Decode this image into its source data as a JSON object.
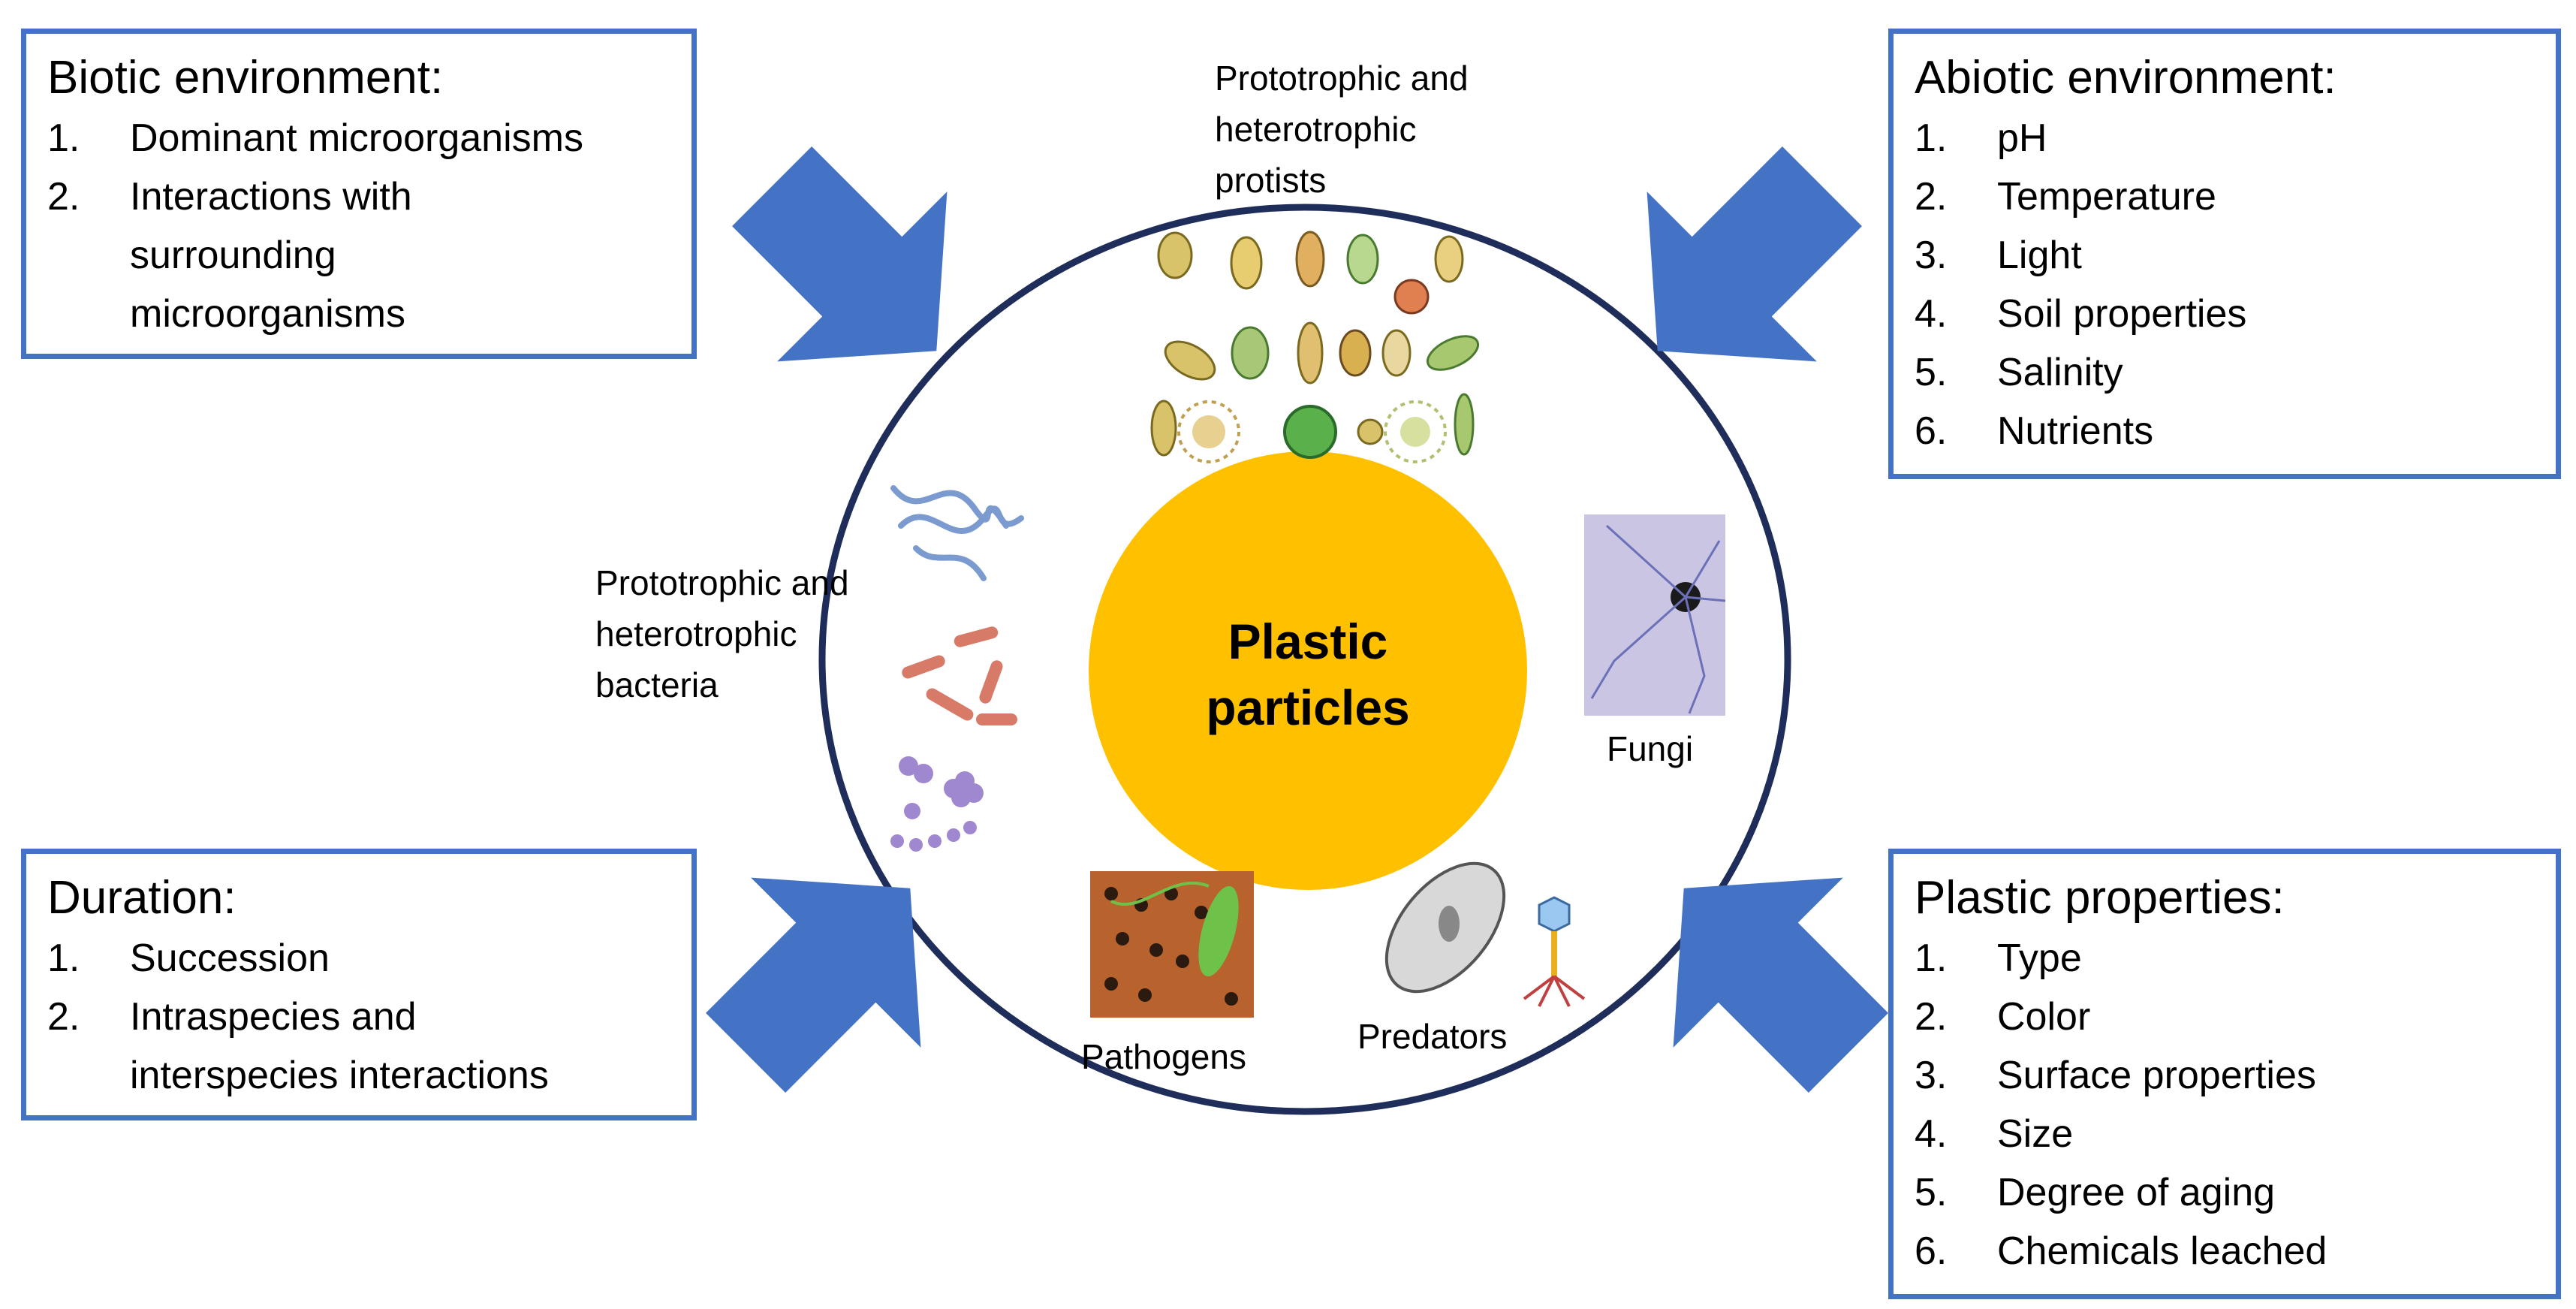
{
  "boxes": {
    "biotic": {
      "title": "Biotic environment:",
      "items": [
        {
          "num": "1.",
          "text": "Dominant microorganisms"
        },
        {
          "num": "2.",
          "text": "Interactions with\nsurrounding\nmicroorganisms"
        }
      ]
    },
    "abiotic": {
      "title": "Abiotic environment:",
      "items": [
        {
          "num": "1.",
          "text": "pH"
        },
        {
          "num": "2.",
          "text": "Temperature"
        },
        {
          "num": "3.",
          "text": "Light"
        },
        {
          "num": "4.",
          "text": "Soil properties"
        },
        {
          "num": "5.",
          "text": "Salinity"
        },
        {
          "num": "6.",
          "text": "Nutrients"
        }
      ]
    },
    "duration": {
      "title": "Duration:",
      "items": [
        {
          "num": "1.",
          "text": "Succession"
        },
        {
          "num": "2.",
          "text": "Intraspecies and\ninterspecies interactions"
        }
      ]
    },
    "plastic": {
      "title": "Plastic properties:",
      "items": [
        {
          "num": "1.",
          "text": "Type"
        },
        {
          "num": "2.",
          "text": "Color"
        },
        {
          "num": "3.",
          "text": "Surface properties"
        },
        {
          "num": "4.",
          "text": "Size"
        },
        {
          "num": "5.",
          "text": "Degree of aging"
        },
        {
          "num": "6.",
          "text": "Chemicals leached"
        }
      ]
    }
  },
  "center": {
    "label": "Plastic\nparticles"
  },
  "organisms": {
    "protists": "Prototrophic and\nheterotrophic\nprotists",
    "bacteria": "Prototrophic and\nheterotrophic\nbacteria",
    "fungi": "Fungi",
    "pathogens": "Pathogens",
    "predators": "Predators"
  },
  "colors": {
    "box_border": "#4472c4",
    "arrow": "#4472c4",
    "ring": "#1f2d5a",
    "core": "#ffc000"
  }
}
